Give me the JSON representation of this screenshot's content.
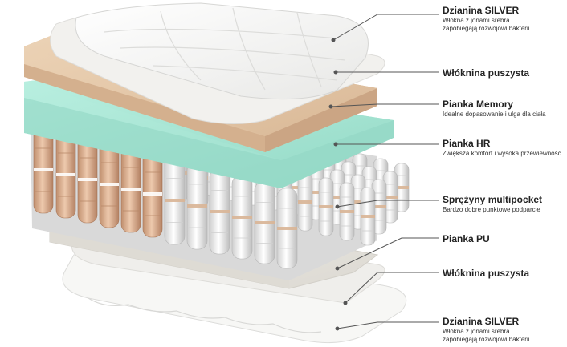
{
  "layers": [
    {
      "title": "Dzianina SILVER",
      "desc": [
        "Włókna z jonami srebra",
        "zapobiegają rozwojowi bakterii"
      ]
    },
    {
      "title": "Włóknina puszysta",
      "desc": []
    },
    {
      "title": "Pianka Memory",
      "desc": [
        "Idealne dopasowanie i ulga dla ciała"
      ]
    },
    {
      "title": "Pianka HR",
      "desc": [
        "Zwiększa komfort i wysoka przewiewność"
      ]
    },
    {
      "title": "Sprężyny multipocket",
      "desc": [
        "Bardzo dobre punktowe podparcie"
      ]
    },
    {
      "title": "Pianka PU",
      "desc": []
    },
    {
      "title": "Włóknina puszysta",
      "desc": []
    },
    {
      "title": "Dzianina SILVER",
      "desc": [
        "Włókna z jonami srebra",
        "zapobiegają rozwojowi bakterii"
      ]
    }
  ],
  "colors": {
    "knit": "#f5f5f3",
    "fiber": "#efeeeb",
    "memory": "#e1c5a6",
    "hr_foam": "#a8e6d6",
    "spring_white": "#e9e9e9",
    "spring_tan": "#d8ad8e",
    "pu_foam": "#e7e5e0",
    "leader_line": "#555555"
  },
  "icons": [
    "mattress-layer-illustration"
  ]
}
